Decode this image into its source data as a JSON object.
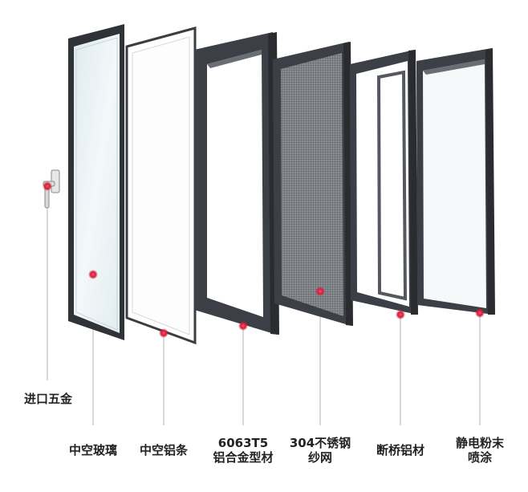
{
  "labels": {
    "hardware": "进口五金",
    "glass": "中空玻璃",
    "spacer": "中空铝条",
    "profile_line1": "6063T5",
    "profile_line2": "铝合金型材",
    "mesh_line1": "304不锈钢",
    "mesh_line2": "纱网",
    "thermal_break": "断桥铝材",
    "coating_line1": "静电粉末",
    "coating_line2": "喷涂"
  },
  "colors": {
    "frame_dark": "#3c3f45",
    "frame_mid": "#55595f",
    "glass_tint": "#e9f1f4",
    "mesh": "#7d8085",
    "marker": "#d11f3a",
    "leader_line": "#b5b5b5",
    "text": "#222222"
  }
}
